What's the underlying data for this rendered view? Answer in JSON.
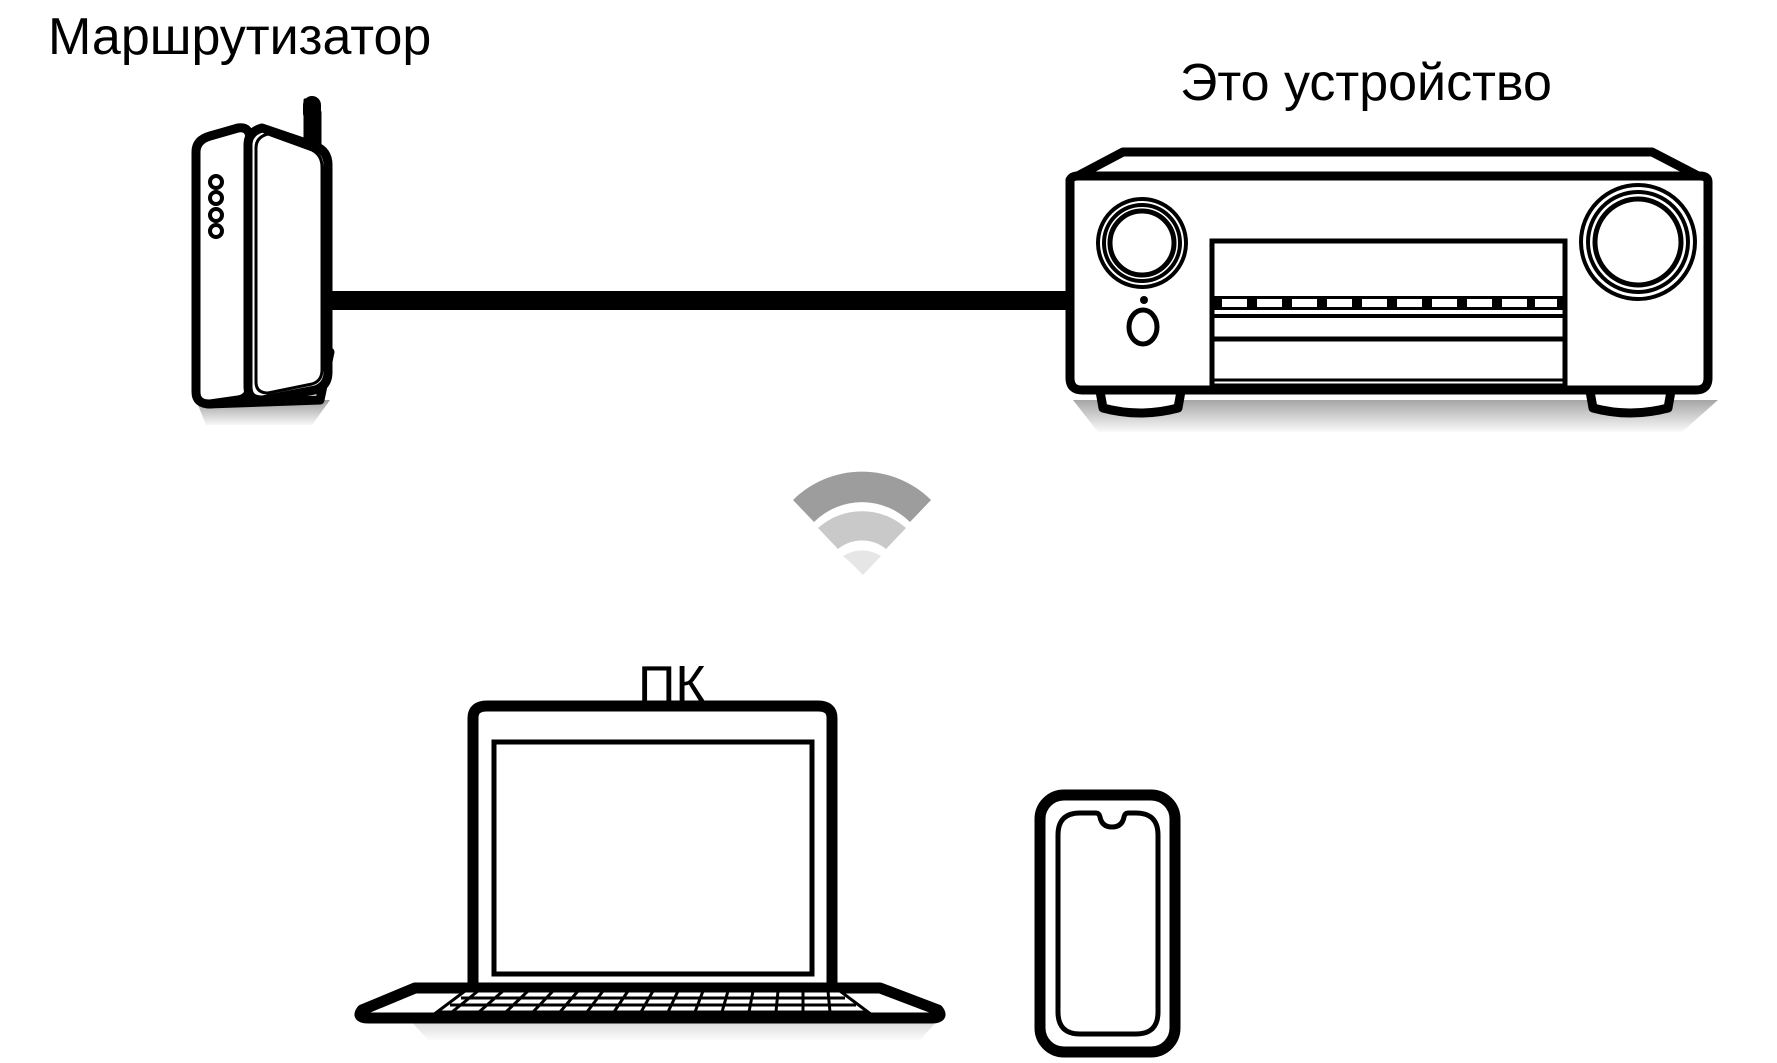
{
  "diagram": {
    "title_present": false,
    "background_color": "#ffffff",
    "line_color": "#000000",
    "shadow_color": "#cccccc",
    "wifi_color_top": "#9d9d9d",
    "wifi_color_mid": "#c9c9c9",
    "wifi_color_bottom": "#e6e6e6",
    "labels": {
      "router": "Маршрутизатор",
      "receiver": "Это устройство",
      "pc": "ПК"
    },
    "nodes": [
      {
        "id": "router",
        "name": "router-device",
        "label": "Маршрутизатор",
        "icon": "wireless-router-icon",
        "led_count": 4,
        "antenna": true
      },
      {
        "id": "receiver",
        "name": "av-receiver-device",
        "label": "Это устройство",
        "icon": "av-receiver-icon",
        "knob_count": 2,
        "display_ticks": 10,
        "power_button": true,
        "feet": 2
      },
      {
        "id": "pc",
        "name": "laptop-device",
        "label": "ПК",
        "icon": "laptop-icon",
        "keyboard_rows": 3,
        "keyboard_cols": 15
      },
      {
        "id": "phone",
        "name": "smartphone-device",
        "label": "",
        "icon": "smartphone-icon",
        "notch": true
      }
    ],
    "connections": [
      {
        "id": "lan",
        "name": "wired-lan-cable",
        "from": "router",
        "to": "receiver",
        "type": "wired",
        "style": "thick-black-line"
      },
      {
        "id": "wifi",
        "name": "wifi-signal",
        "from": "pc",
        "to": "receiver",
        "type": "wireless",
        "style": "wifi-arcs",
        "arc_count": 3
      }
    ]
  }
}
